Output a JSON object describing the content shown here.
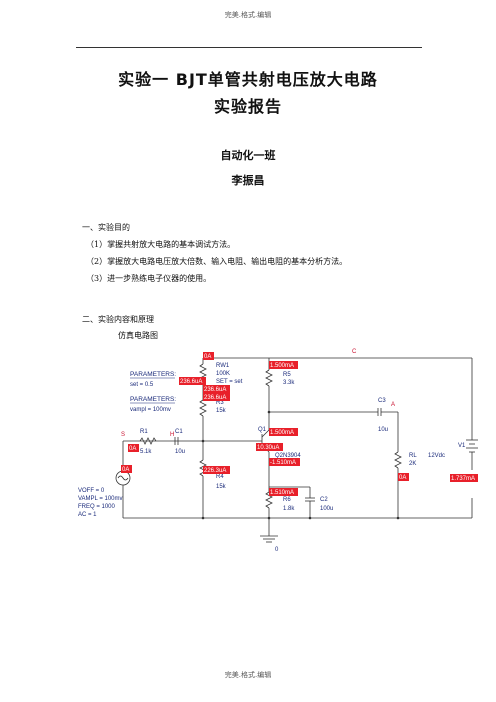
{
  "header": {
    "text": "完美.格式.编辑"
  },
  "title": {
    "line1": "实验一 BJT单管共射电压放大电路",
    "line2": "实验报告"
  },
  "author": {
    "class": "自动化一班",
    "name": "李振昌"
  },
  "section1": {
    "heading": "一、实验目的",
    "items": [
      "（1）掌握共射放大电路的基本调试方法。",
      "（2）掌握放大电路电压放大倍数、输入电阻、输出电阻的基本分析方法。",
      "（3）进一步熟练电子仪器的使用。"
    ]
  },
  "section2": {
    "heading": "二、实验内容和原理",
    "caption": "仿真电路图"
  },
  "circuit": {
    "params1_title": "PARAMETERS:",
    "params1_value": "set = 0.5",
    "params2_title": "PARAMETERS:",
    "params2_value": "vampl = 100mv",
    "rw1": "RW1",
    "rw1_val": "100K",
    "set_eq": "SET = set",
    "r5": "R5",
    "r5_val": "3.3k",
    "r3": "R3",
    "r3_val": "15k",
    "r1": "R1",
    "r1_val": "5.1k",
    "c1": "C1",
    "c1_val": "10u",
    "c3": "C3",
    "c3_val": "10u",
    "q1": "Q1",
    "q1_model": "Q2N3904",
    "r4": "R4",
    "r4_val": "15k",
    "r6": "R6",
    "r6_val": "1.8k",
    "c2": "C2",
    "c2_val": "100u",
    "rl": "RL",
    "rl_val": "2K",
    "v1": "V1",
    "v1_val": "12Vdc",
    "src_voff": "VOFF = 0",
    "src_vampl": "VAMPL = 100mv",
    "src_freq": "FREQ = 1000",
    "src_ac": "AC = 1",
    "gnd": "0",
    "node_s": "S",
    "node_h": "H",
    "node_c": "C",
    "node_a": "A",
    "cur_rw1_top": "0A",
    "cur_rw1_left": "236.6uA",
    "cur_rw1_right": "236.6uA",
    "cur_r3": "236.6uA",
    "cur_r5": "1.500mA",
    "cur_q1_c": "1.500mA",
    "cur_q1_b": "10.30uA",
    "cur_q1_e": "-1.510mA",
    "cur_r1": "0A",
    "cur_src": "0A",
    "cur_r4": "226.3uA",
    "cur_r6": "1.510mA",
    "cur_rl": "0A",
    "cur_v1": "1.737mA"
  }
}
